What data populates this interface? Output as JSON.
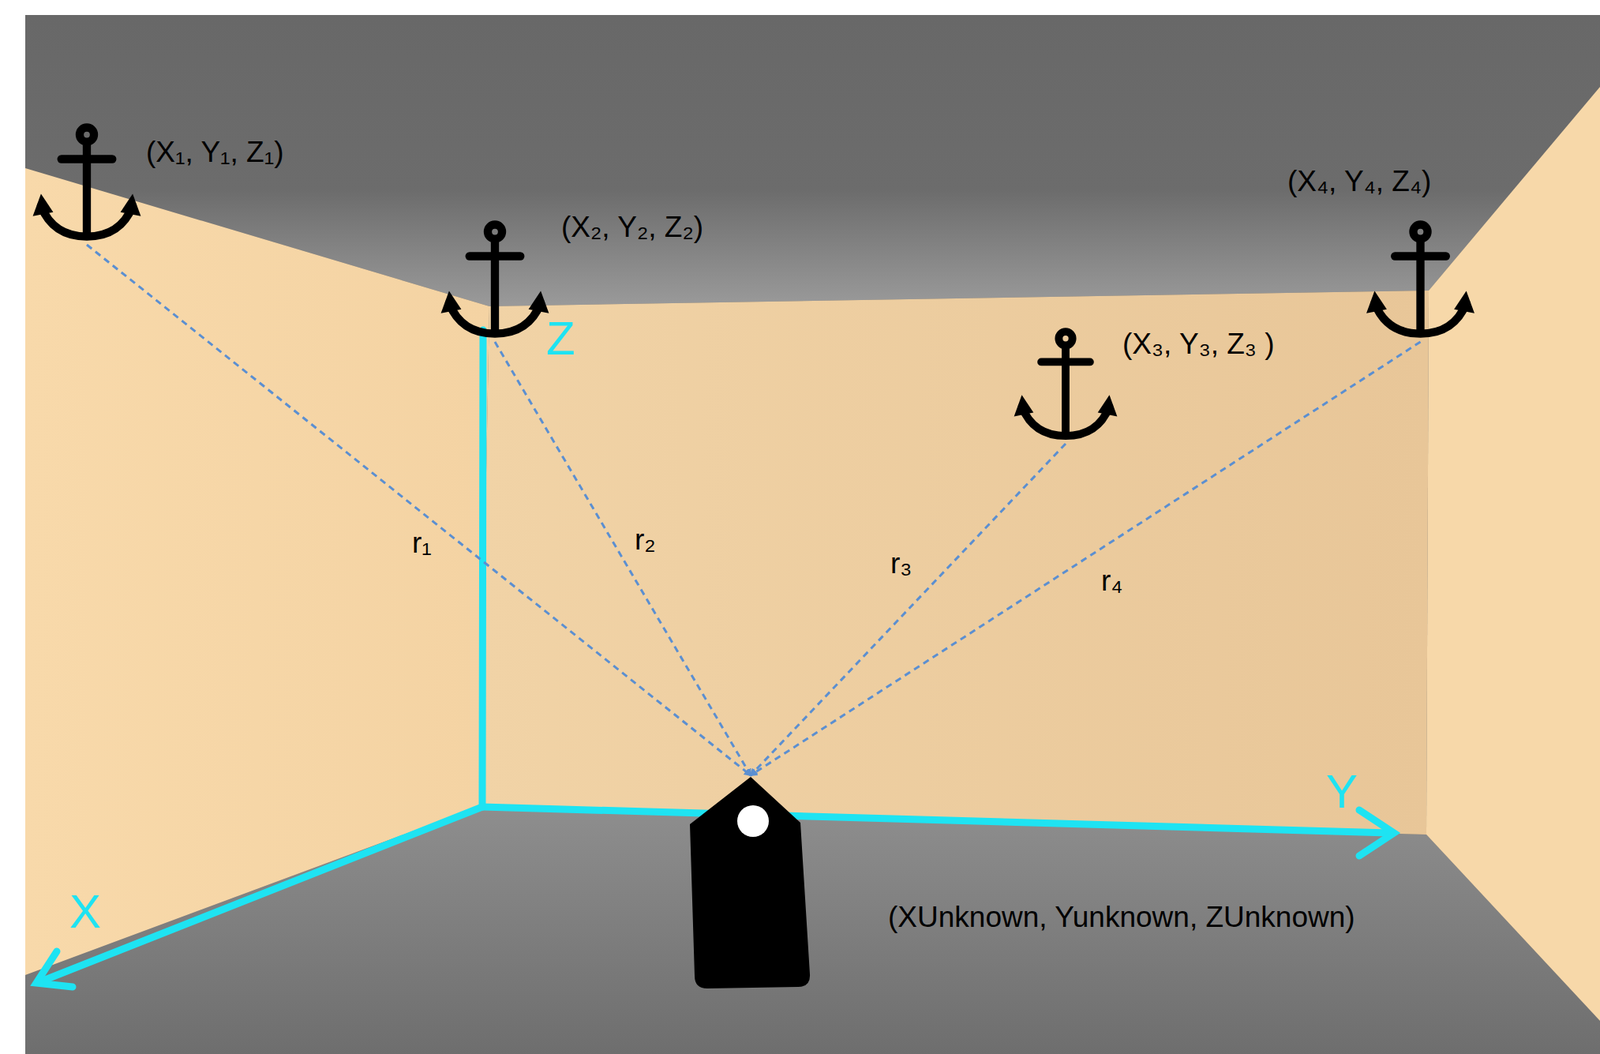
{
  "diagram": {
    "nodes": [
      {
        "text": [
          "(X₁, Y₁, Z₁)"
        ]
      },
      {
        "text": [
          "(X₂, Y₂, Z₂)"
        ]
      },
      {
        "text": [
          "(X₃, Y₃, Z₃ )"
        ]
      },
      {
        "text": [
          "(X₄, Y₄, Z₄)"
        ]
      },
      {
        "text": [
          "(XUnknown, Yunknown, ZUnknown)"
        ]
      }
    ],
    "edges": [
      {
        "from": 0,
        "to": 4,
        "arrow": "to",
        "label": "r₁"
      },
      {
        "from": 1,
        "to": 4,
        "arrow": "to",
        "label": "r₂"
      },
      {
        "from": 2,
        "to": 4,
        "arrow": "to",
        "label": "r₃"
      },
      {
        "from": 3,
        "to": 4,
        "arrow": "to",
        "label": "r₄"
      }
    ],
    "labels": [
      "Z",
      "Y",
      "X"
    ]
  }
}
